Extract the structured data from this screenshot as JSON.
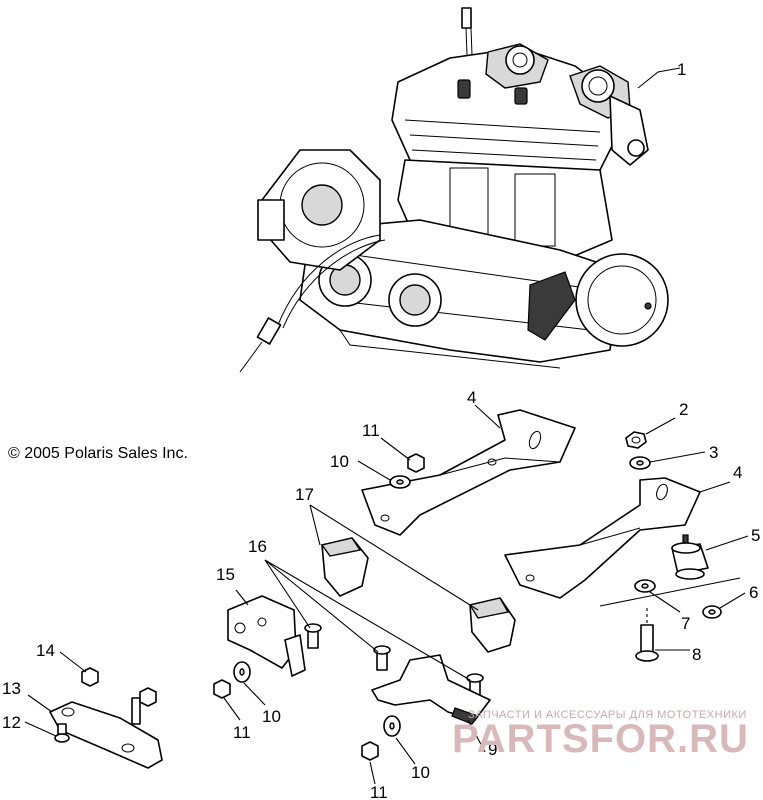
{
  "copyright": "© 2005 Polaris Sales Inc.",
  "watermark": {
    "tagline": "ЗАПЧАСТИ И АКСЕССУАРЫ ДЛЯ МОТОТЕХНИКИ",
    "brand": "PARTSFOR.RU"
  },
  "callouts": {
    "c1": "1",
    "c2": "2",
    "c3": "3",
    "c4a": "4",
    "c4b": "4",
    "c5": "5",
    "c6": "6",
    "c7": "7",
    "c8": "8",
    "c9": "9",
    "c10a": "10",
    "c10b": "10",
    "c10c": "10",
    "c11a": "11",
    "c11b": "11",
    "c11c": "11",
    "c12": "12",
    "c13": "13",
    "c14": "14",
    "c15": "15",
    "c16": "16",
    "c17": "17"
  }
}
